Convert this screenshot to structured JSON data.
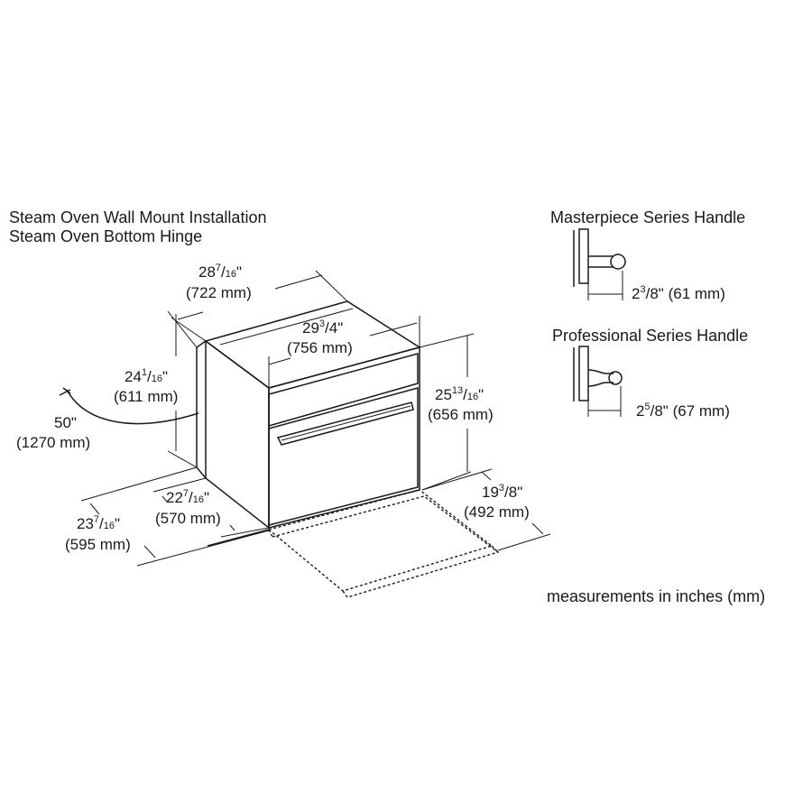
{
  "titles": {
    "line1": "Steam Oven Wall Mount Installation",
    "line2": "Steam Oven Bottom Hinge",
    "masterpiece": "Masterpiece Series Handle",
    "professional": "Professional Series Handle",
    "measurements_note": "measurements in inches (mm)"
  },
  "dims": {
    "top_depth": {
      "whole": "28",
      "num": "7",
      "den": "16",
      "unit": "\"",
      "mm": "(722 mm)"
    },
    "width": {
      "whole": "29",
      "num": "3",
      "den": "4",
      "unit": "\"",
      "mm": "(756 mm)"
    },
    "back_height": {
      "whole": "24",
      "num": "1",
      "den": "16",
      "unit": "\"",
      "mm": "(611 mm)"
    },
    "front_height": {
      "whole": "25",
      "num": "13",
      "den": "16",
      "unit": "\"",
      "mm": "(656 mm)"
    },
    "cord": {
      "whole": "50",
      "unit": "\"",
      "mm": "(1270 mm)"
    },
    "depth_body": {
      "whole": "22",
      "num": "7",
      "den": "16",
      "unit": "\"",
      "mm": "(570 mm)"
    },
    "depth_total": {
      "whole": "23",
      "num": "7",
      "den": "16",
      "unit": "\"",
      "mm": "(595 mm)"
    },
    "door_swing": {
      "whole": "19",
      "num": "3",
      "den": "8",
      "unit": "\"",
      "mm": "(492 mm)"
    },
    "masterpiece_handle": {
      "whole": "2",
      "num": "3",
      "den": "8",
      "unit": "\"",
      "mm": "(61 mm)"
    },
    "professional_handle": {
      "whole": "2",
      "num": "5",
      "den": "8",
      "unit": "\"",
      "mm": "(67 mm)"
    }
  }
}
